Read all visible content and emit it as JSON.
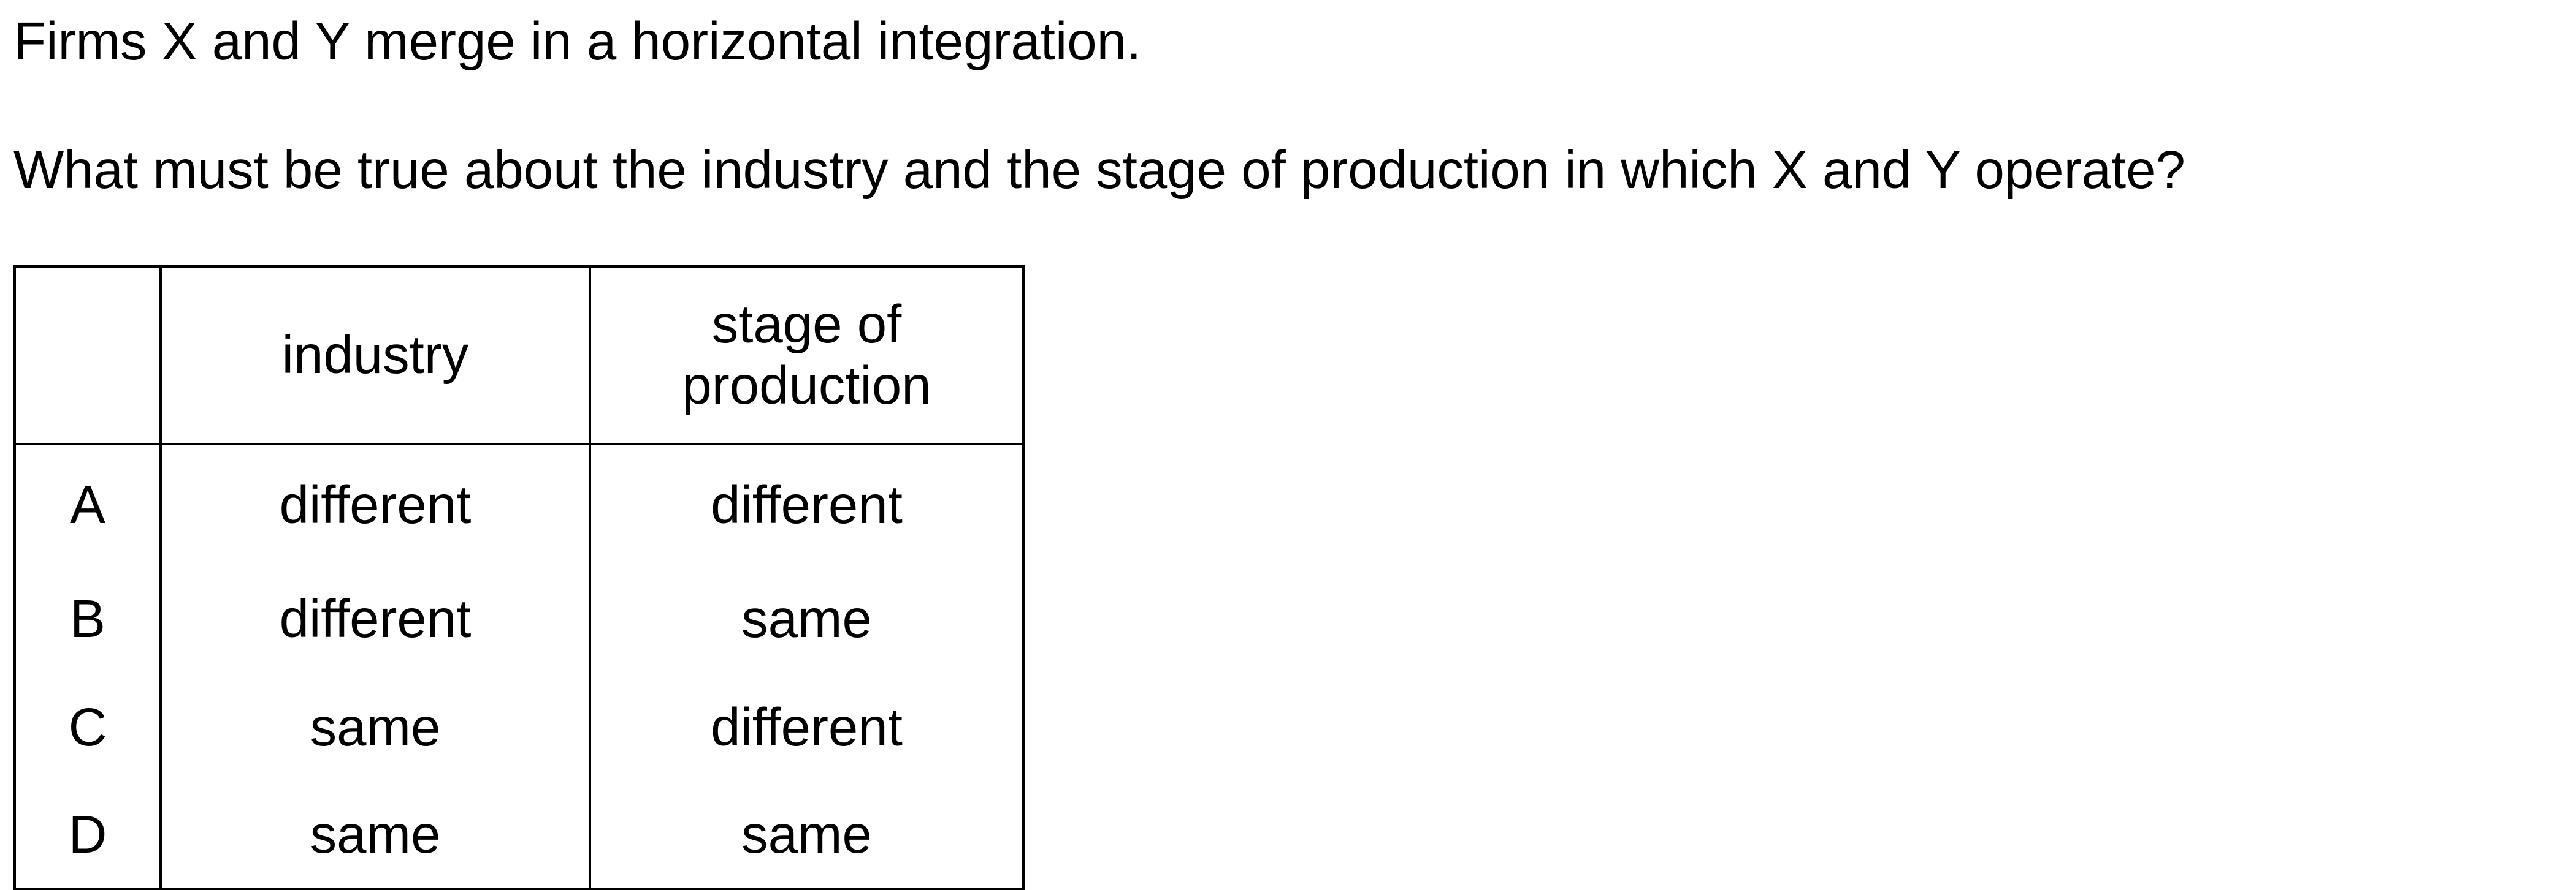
{
  "question": {
    "stem_1": "Firms X and Y merge in a horizontal integration.",
    "stem_2": "What must be true about the industry and the stage of production in which X and Y operate?"
  },
  "table": {
    "headers": {
      "letter": "",
      "industry": "industry",
      "stage_line1": "stage of",
      "stage_line2": "production"
    },
    "rows": [
      {
        "letter": "A",
        "industry": "different",
        "stage": "different"
      },
      {
        "letter": "B",
        "industry": "different",
        "stage": "same"
      },
      {
        "letter": "C",
        "industry": "same",
        "stage": "different"
      },
      {
        "letter": "D",
        "industry": "same",
        "stage": "same"
      }
    ]
  }
}
